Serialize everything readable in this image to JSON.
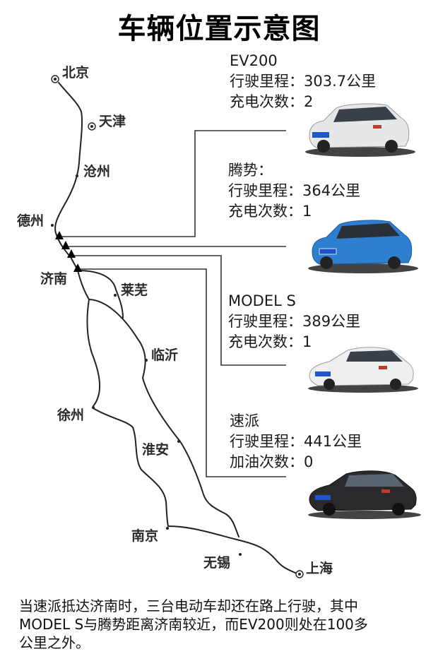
{
  "title": "车辆位置示意图",
  "cities": {
    "beijing": "北京",
    "tianjin": "天津",
    "cangzhou": "沧州",
    "dezhou": "德州",
    "jinan": "济南",
    "laiwu": "莱芜",
    "linyi": "临沂",
    "xuzhou": "徐州",
    "huaian": "淮安",
    "nanjing": "南京",
    "wuxi": "无锡",
    "shanghai": "上海"
  },
  "vehicles": [
    {
      "name": "EV200",
      "distance_label": "行驶里程：303.7公里",
      "count_label": "充电次数：2",
      "body_color": "#e8e9ea"
    },
    {
      "name": "腾势：",
      "distance_label": "行驶里程：364公里",
      "count_label": "充电次数：1",
      "body_color": "#2f7fd0"
    },
    {
      "name": "MODEL S",
      "distance_label": "行驶里程：389公里",
      "count_label": "充电次数：1",
      "body_color": "#eeeff0"
    },
    {
      "name": "速派",
      "distance_label": "行驶里程：441公里",
      "count_label": "加油次数：0",
      "body_color": "#2a2a2c"
    }
  ],
  "caption": {
    "line1": "当速派抵达济南时，三台电动车却还在路上行驶，其中",
    "line2": "MODEL S与腾势距离济南较近，而EV200则处在100多",
    "line3": "公里之外。"
  }
}
